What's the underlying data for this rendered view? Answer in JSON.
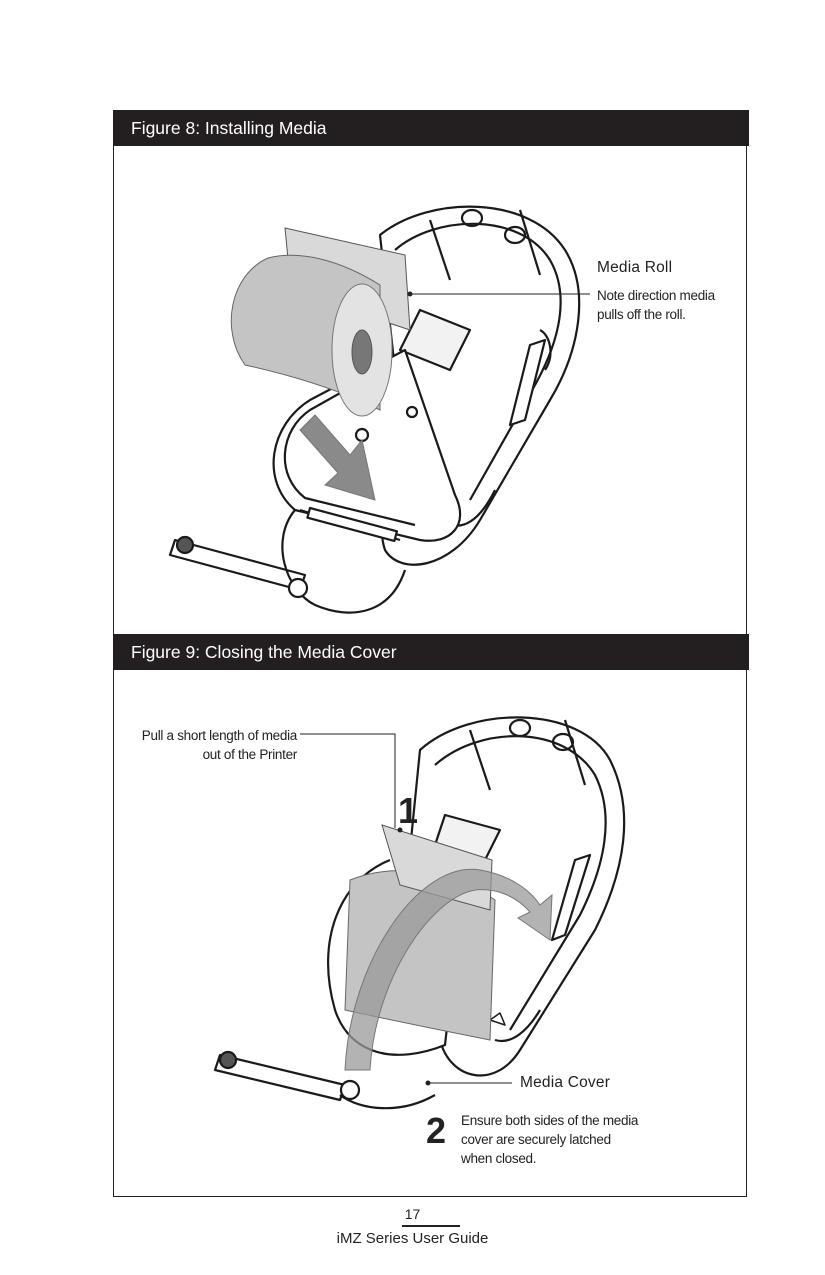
{
  "figure8": {
    "title": "Figure 8: Installing Media",
    "callout_title": "Media Roll",
    "callout_line1": "Note direction media",
    "callout_line2": "pulls off the roll."
  },
  "figure9": {
    "title": "Figure 9: Closing the Media Cover",
    "pull_line1": "Pull a short length of media",
    "pull_line2": "out of the Printer",
    "step1": "1",
    "cover_title": "Media Cover",
    "step2": "2",
    "ensure_line1": "Ensure both sides of the media",
    "ensure_line2": "cover are securely latched",
    "ensure_line3": "when closed."
  },
  "footer": {
    "page_number": "17",
    "guide_title": "iMZ Series User Guide"
  }
}
